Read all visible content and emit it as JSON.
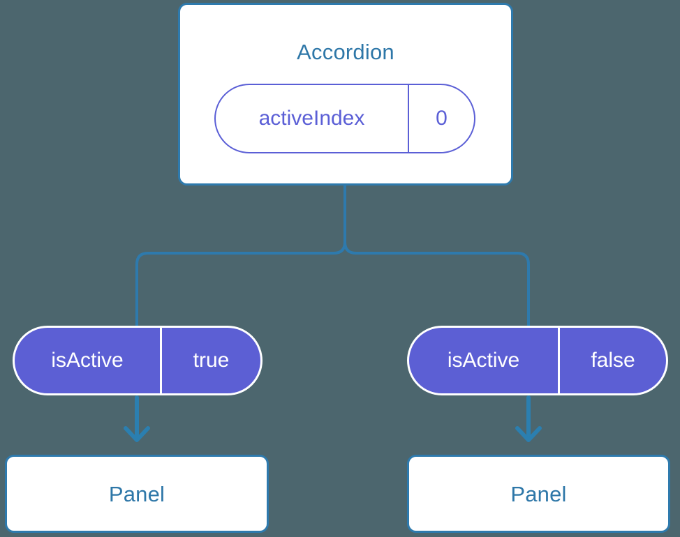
{
  "diagram": {
    "type": "component-tree",
    "background_color": "#4c666e",
    "accent_blue": "#2e7aad",
    "accent_purple": "#5c5fd4",
    "root": {
      "title": "Accordion",
      "state_badge": {
        "key": "activeIndex",
        "value": "0"
      }
    },
    "branches": [
      {
        "prop_badge": {
          "key": "isActive",
          "value": "true"
        },
        "child": {
          "title": "Panel"
        }
      },
      {
        "prop_badge": {
          "key": "isActive",
          "value": "false"
        },
        "child": {
          "title": "Panel"
        }
      }
    ]
  }
}
